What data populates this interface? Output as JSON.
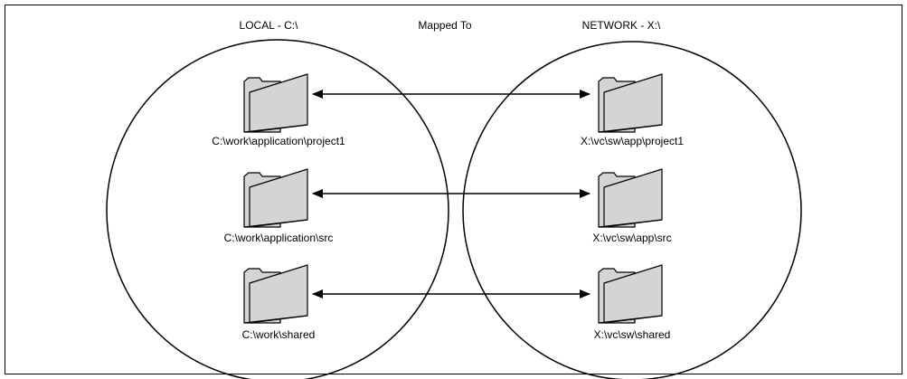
{
  "colors": {
    "background": "#ffffff",
    "stroke": "#000000",
    "folder_fill": "#d4d4d4"
  },
  "headers": {
    "local": "LOCAL - C:\\",
    "mapped": "Mapped To",
    "network": "NETWORK - X:\\"
  },
  "local": {
    "folders": [
      {
        "label": "C:\\work\\application\\project1",
        "icon": "folder-icon"
      },
      {
        "label": "C:\\work\\application\\src",
        "icon": "folder-icon"
      },
      {
        "label": "C:\\work\\shared",
        "icon": "folder-icon"
      }
    ]
  },
  "network": {
    "folders": [
      {
        "label": "X:\\vc\\sw\\app\\project1",
        "icon": "folder-icon"
      },
      {
        "label": "X:\\vc\\sw\\app\\src",
        "icon": "folder-icon"
      },
      {
        "label": "X:\\vc\\sw\\shared",
        "icon": "folder-icon"
      }
    ]
  },
  "mappings": [
    {
      "from": "C:\\work\\application\\project1",
      "to": "X:\\vc\\sw\\app\\project1",
      "type": "bidirectional"
    },
    {
      "from": "C:\\work\\application\\src",
      "to": "X:\\vc\\sw\\app\\src",
      "type": "bidirectional"
    },
    {
      "from": "C:\\work\\shared",
      "to": "X:\\vc\\sw\\shared",
      "type": "bidirectional"
    }
  ]
}
